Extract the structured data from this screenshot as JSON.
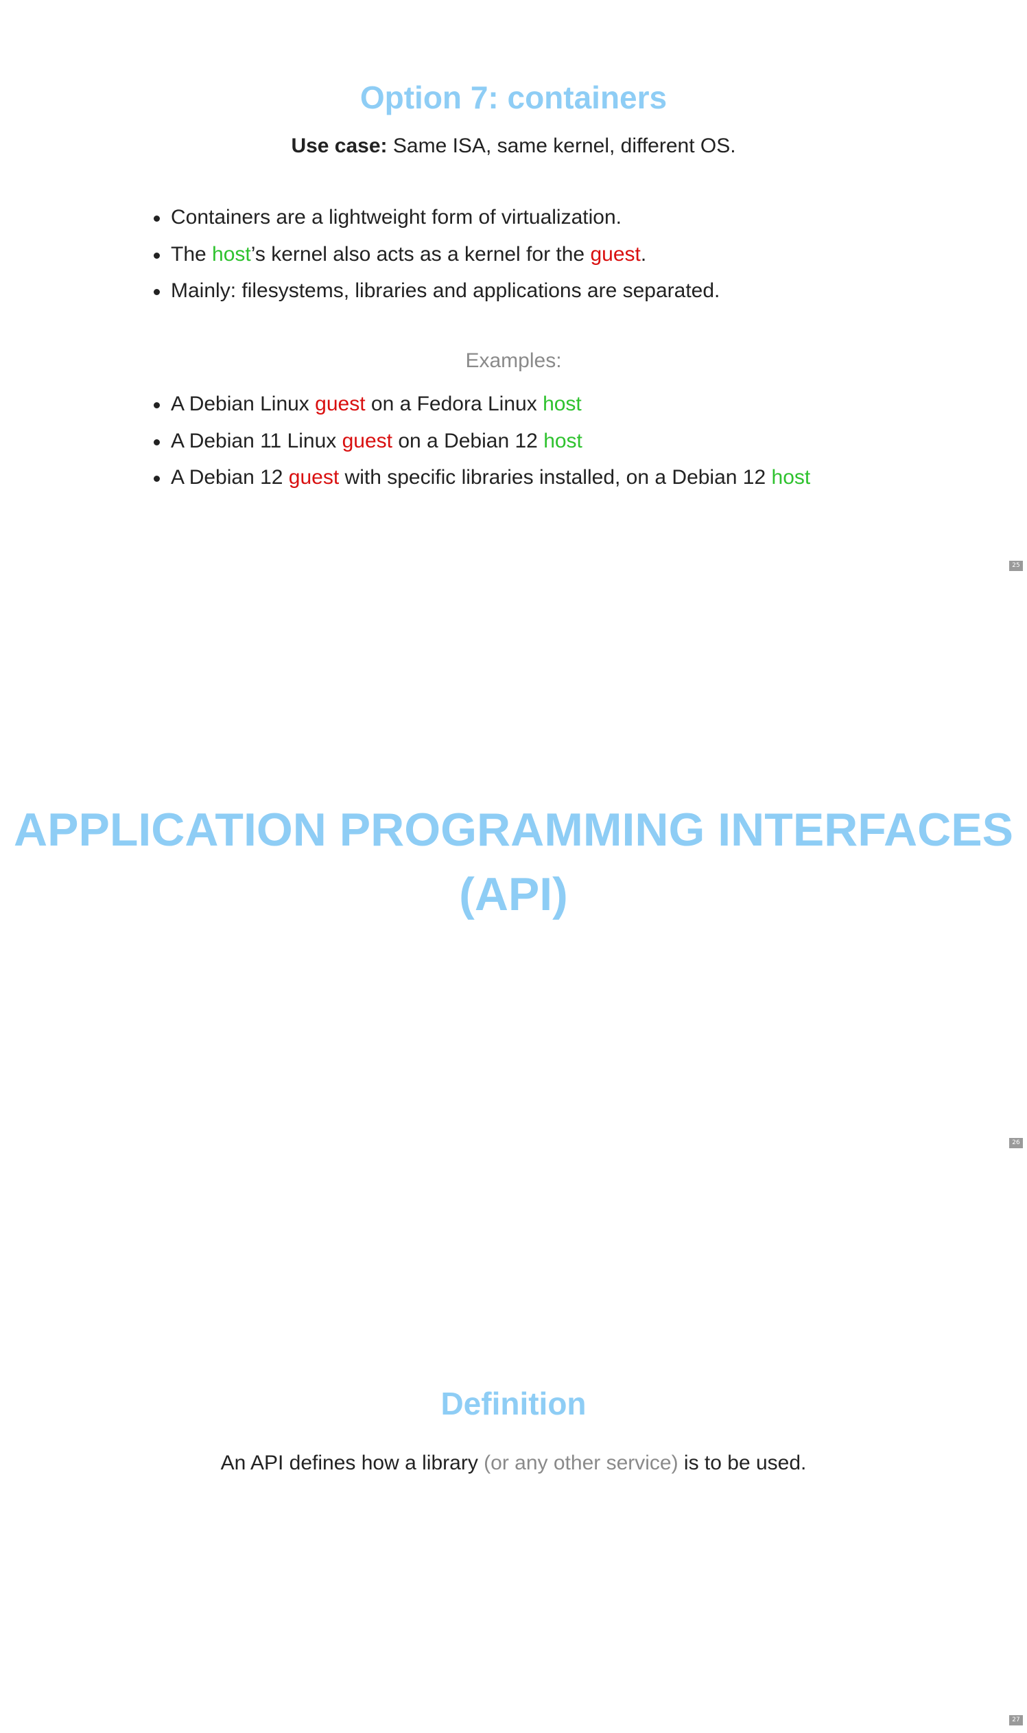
{
  "colors": {
    "title": "#8ecdf5",
    "text": "#222222",
    "host": "#2ec22e",
    "guest": "#d90f0f",
    "muted": "#8a8a8a",
    "page_number_bg": "#9a9a9a"
  },
  "slides": [
    {
      "title": "Option 7: containers",
      "use_case_label": "Use case:",
      "use_case_text": " Same ISA, same kernel, different OS.",
      "bullets": {
        "b1": "Containers are a lightweight form of virtualization.",
        "b2_pre": "The ",
        "b2_host": "host",
        "b2_mid": "’s kernel also acts as a kernel for the ",
        "b2_guest": "guest",
        "b2_post": ".",
        "b3": "Mainly: filesystems, libraries and applications are separated."
      },
      "examples_heading": "Examples:",
      "examples": {
        "e1_pre": "A Debian Linux ",
        "e1_guest": "guest",
        "e1_mid": " on a Fedora Linux ",
        "e1_host": "host",
        "e2_pre": "A Debian 11 Linux ",
        "e2_guest": "guest",
        "e2_mid": " on a Debian 12 ",
        "e2_host": "host",
        "e3_pre": "A Debian 12 ",
        "e3_guest": "guest",
        "e3_mid": " with specific libraries installed, on a Debian 12 ",
        "e3_host": "host"
      },
      "page_number": "25"
    },
    {
      "section_title_line1": "APPLICATION PROGRAMMING INTERFACES",
      "section_title_line2": "(API)",
      "page_number": "26"
    },
    {
      "title": "Definition",
      "text_pre": "An API defines how a library ",
      "text_muted": "(or any other service)",
      "text_post": " is to be used.",
      "page_number": "27"
    }
  ]
}
